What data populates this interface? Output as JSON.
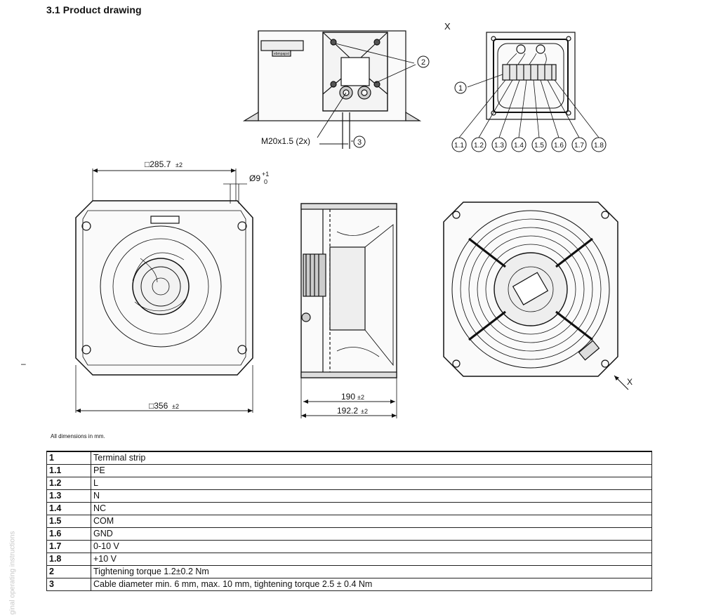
{
  "section": {
    "title": "3.1 Product drawing"
  },
  "labels": {
    "view_x_top": "X",
    "view_x_arrow": "X",
    "thread": "M20x1.5 (2x)",
    "square_width": "□285.7",
    "square_width_tol": "±2",
    "hole_dia": "Ø9",
    "hole_tol_plus": "+1",
    "hole_tol_minus": "0",
    "square_outer": "□356",
    "square_outer_tol": "±2",
    "depth_1": "190",
    "depth_1_tol": "±2",
    "depth_2": "192.2",
    "depth_2_tol": "±2",
    "side_mark": "–"
  },
  "callouts": {
    "c1": "1",
    "c2": "2",
    "c3": "3",
    "terminals": [
      "1.1",
      "1.2",
      "1.3",
      "1.4",
      "1.5",
      "1.6",
      "1.7",
      "1.8"
    ]
  },
  "note": "All dimensions in mm.",
  "side_text": "ginal operating instructions",
  "legend": [
    {
      "key": "1",
      "desc": "Terminal strip"
    },
    {
      "key": "1.1",
      "desc": "PE"
    },
    {
      "key": "1.2",
      "desc": "L"
    },
    {
      "key": "1.3",
      "desc": "N"
    },
    {
      "key": "1.4",
      "desc": "NC"
    },
    {
      "key": "1.5",
      "desc": "COM"
    },
    {
      "key": "1.6",
      "desc": "GND"
    },
    {
      "key": "1.7",
      "desc": "0-10 V"
    },
    {
      "key": "1.8",
      "desc": "+10 V"
    },
    {
      "key": "2",
      "desc": "Tightening torque 1.2±0.2 Nm"
    },
    {
      "key": "3",
      "desc": "Cable diameter min. 6 mm, max. 10 mm, tightening torque 2.5 ± 0.4 Nm"
    }
  ]
}
